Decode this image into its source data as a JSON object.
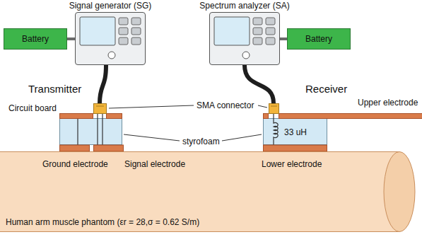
{
  "diagram": {
    "nodes": [
      {
        "text": [
          "Battery"
        ]
      },
      {
        "text": [
          "Signal generator (SG)"
        ]
      },
      {
        "text": [
          "Spectrum analyzer (SA)"
        ]
      },
      {
        "text": [
          "Battery"
        ]
      },
      {
        "text": [
          "Human arm muscle phantom (εr = 28,σ = 0.62 S/m)"
        ]
      }
    ],
    "edges": [
      {
        "from": 0,
        "to": 1,
        "arrow": "none"
      },
      {
        "from": 2,
        "to": 3,
        "arrow": "none"
      }
    ],
    "labels": [
      "Transmitter",
      "Receiver",
      "SMA connector",
      "Circuit board",
      "Upper electrode",
      "styrofoam",
      "33 uH",
      "Ground electrode",
      "Signal electrode",
      "Lower electrode"
    ]
  }
}
